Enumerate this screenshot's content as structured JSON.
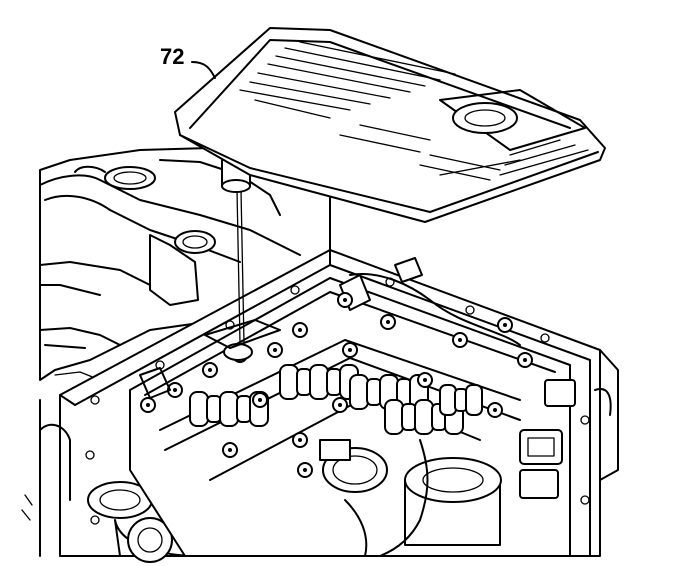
{
  "callout": {
    "label": "72"
  },
  "parts": {
    "filter": "transmission-fluid-filter",
    "valve_body": "control-valve-body",
    "case": "transmission-case"
  },
  "colors": {
    "ink": "#000000",
    "paper": "#ffffff"
  }
}
